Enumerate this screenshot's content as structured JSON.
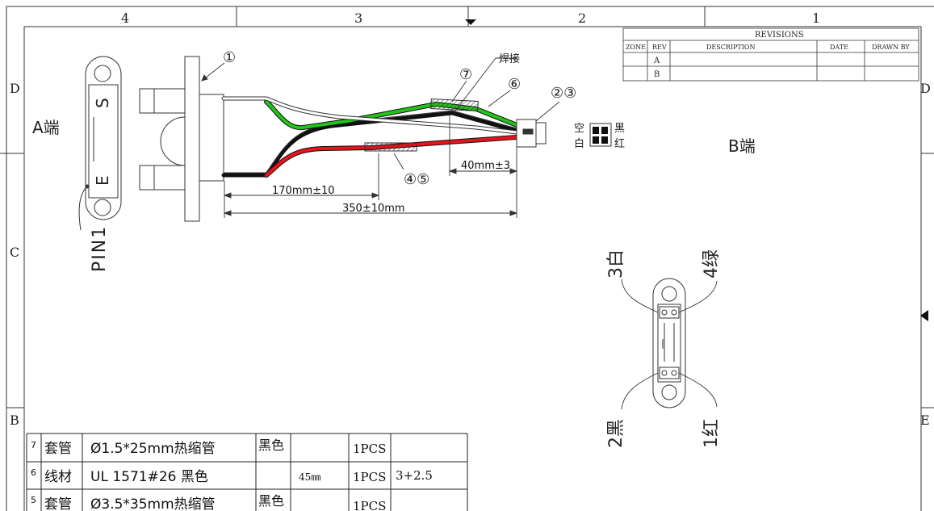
{
  "border": {
    "top_zones": [
      "4",
      "3",
      "2",
      "1"
    ],
    "left_zones": [
      "D",
      "C",
      "B"
    ],
    "right_zones": [
      "D",
      "E"
    ]
  },
  "revisions": {
    "title": "REVISIONS",
    "headers": [
      "ZONE",
      "REV",
      "DESCRIPTION",
      "DATE",
      "DRAWN BY"
    ],
    "rows": [
      [
        "",
        "A",
        "",
        "",
        ""
      ],
      [
        "",
        "B",
        "",
        "",
        ""
      ]
    ]
  },
  "labels": {
    "a_end": "A端",
    "b_end": "B端",
    "pin1": "PIN1",
    "weld": "焊接",
    "connector_empty": "空",
    "connector_white": "白",
    "connector_black": "黑",
    "connector_red": "红",
    "housing_letter_s": "S",
    "housing_letter_e": "E"
  },
  "callouts": {
    "c1": "①",
    "c23": "②③",
    "c45": "④⑤",
    "c6": "⑥",
    "c7": "⑦"
  },
  "dimensions": {
    "d170": "170mm±10",
    "d350": "350±10mm",
    "d40": "40mm±3"
  },
  "pinmap": {
    "p3": "3白",
    "p4": "4绿",
    "p2": "2黑",
    "p1": "1红"
  },
  "bom": [
    {
      "no": "7",
      "type": "套管",
      "desc": "Ø1.5*25mm热缩管",
      "color": "黑色",
      "len": "",
      "qty": "1PCS",
      "note": ""
    },
    {
      "no": "6",
      "type": "线材",
      "desc": "UL 1571#26 黑色",
      "color": "",
      "len": "45㎜",
      "qty": "1PCS",
      "note": "3+2.5"
    },
    {
      "no": "5",
      "type": "套管",
      "desc": "Ø3.5*35mm热缩管",
      "color": "黑色",
      "len": "",
      "qty": "1PCS",
      "note": ""
    }
  ],
  "colors": {
    "wire_green": "#22c41a",
    "wire_red": "#e8131b",
    "wire_black": "#111111",
    "wire_white": "#ffffff",
    "line": "#222222"
  }
}
